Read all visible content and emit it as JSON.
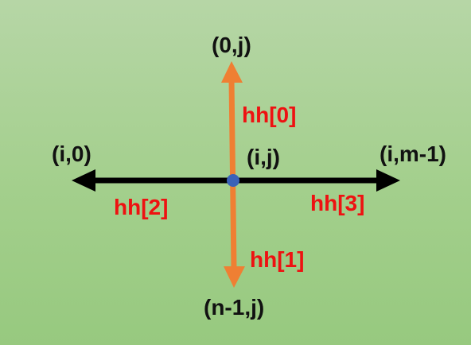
{
  "labels": {
    "top": "(0,j)",
    "left": "(i,0)",
    "center": "(i,j)",
    "right": "(i,m-1)",
    "bottom": "(n-1,j)"
  },
  "directions": {
    "up": "hh[0]",
    "down": "hh[1]",
    "left": "hh[2]",
    "right": "hh[3]"
  },
  "colors": {
    "vertical_arrow": "#ef7f33",
    "horizontal_arrow": "#000000",
    "center_node": "#3a62b8",
    "direction_text": "#ee1111",
    "coordinate_text": "#111111"
  }
}
